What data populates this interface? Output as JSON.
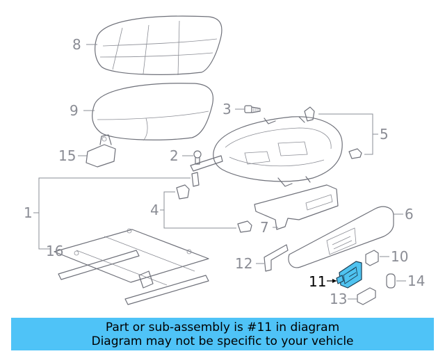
{
  "diagram": {
    "highlight_color": "#4fc3f7",
    "highlighted_part": "11",
    "callouts": [
      "1",
      "2",
      "3",
      "4",
      "5",
      "6",
      "7",
      "8",
      "9",
      "10",
      "11",
      "12",
      "13",
      "14",
      "15",
      "16"
    ]
  },
  "caption": {
    "line1": "Part or sub-assembly is #11 in diagram",
    "line2": "Diagram may not be specific to your vehicle"
  }
}
